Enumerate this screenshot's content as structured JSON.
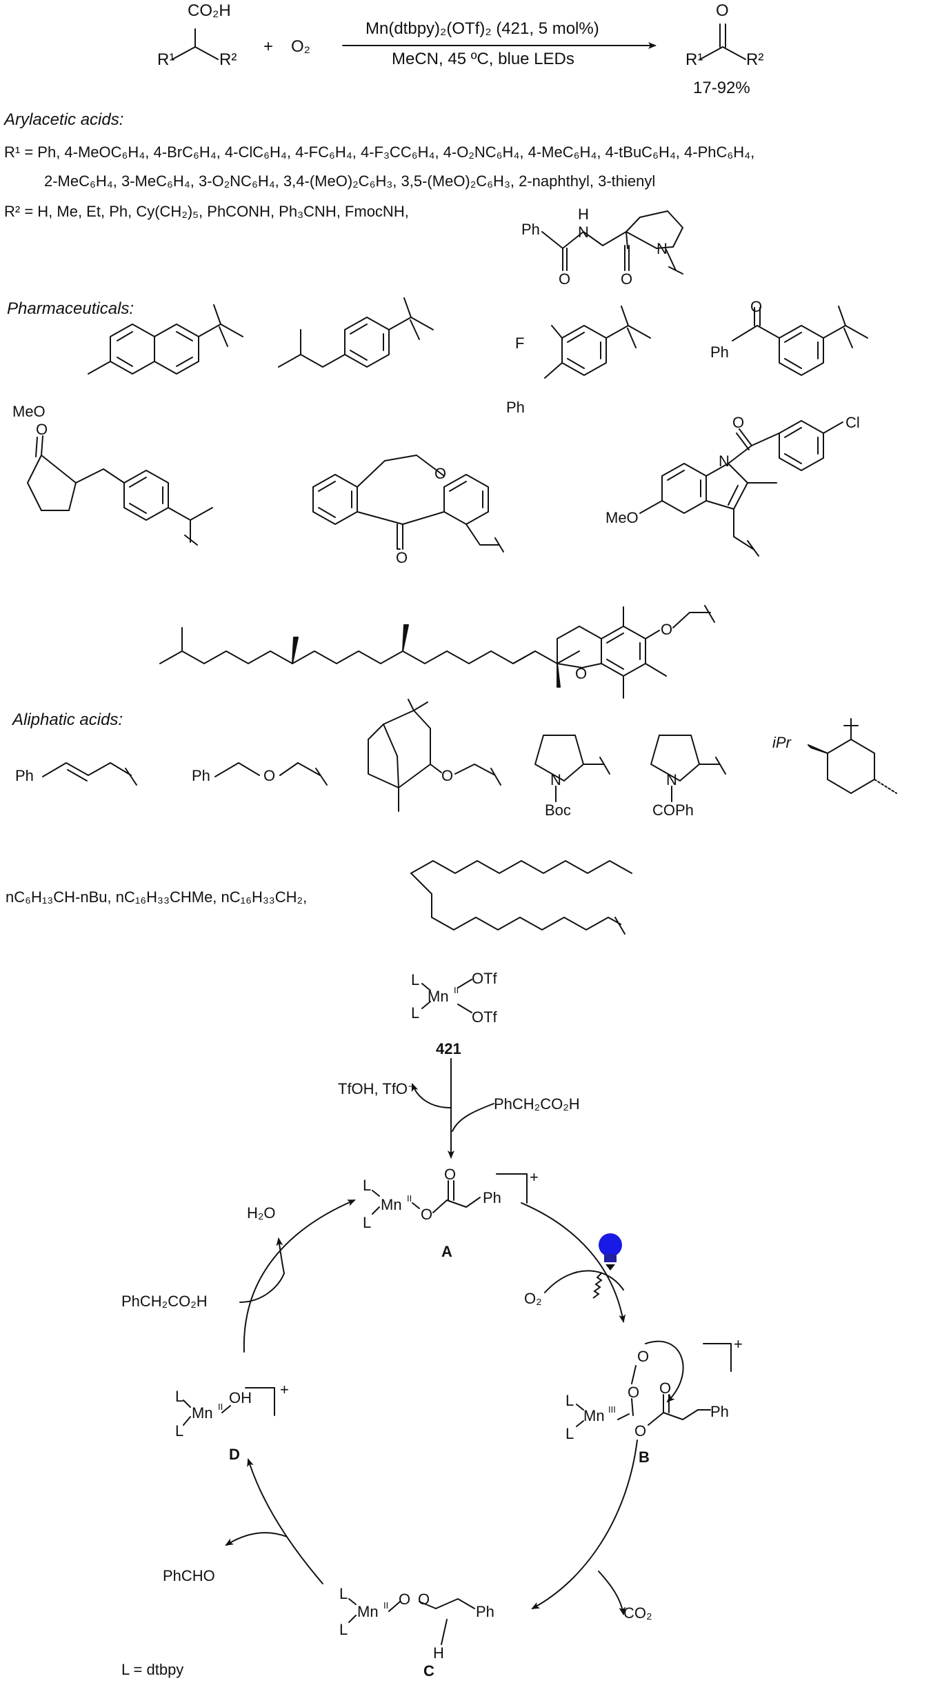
{
  "reaction": {
    "reactant_top": "CO₂H",
    "reactant_r1": "R¹",
    "reactant_r2": "R²",
    "plus": "+",
    "oxidant": "O₂",
    "catalyst": "Mn(dtbpy)₂(OTf)₂ (421, 5 mol%)",
    "conditions": "MeCN, 45 ºC, blue LEDs",
    "product_o": "O",
    "product_r1": "R¹",
    "product_r2": "R²",
    "yield": "17-92%"
  },
  "arylacetic": {
    "heading": "Arylacetic acids:",
    "r1_line1": "R¹ = Ph, 4-MeOC₆H₄, 4-BrC₆H₄, 4-ClC₆H₄, 4-FC₆H₄, 4-F₃CC₆H₄, 4-O₂NC₆H₄, 4-MeC₆H₄, 4-tBuC₆H₄, 4-PhC₆H₄,",
    "r1_line2": "2-MeC₆H₄, 3-MeC₆H₄, 3-O₂NC₆H₄, 3,4-(MeO)₂C₆H₃, 3,5-(MeO)₂C₆H₃, 2-naphthyl, 3-thienyl",
    "r2_line": "R² = H, Me, Et, Ph, Cy(CH₂)₅, PhCONH, Ph₃CNH, FmocNH,",
    "amide_ph": "Ph",
    "amide_nh": "H",
    "amide_n": "N",
    "amide_o1": "O",
    "amide_o2": "O",
    "amide_ring_n": "N"
  },
  "pharma": {
    "heading": "Pharmaceuticals:",
    "naproxen_meo": "MeO",
    "flurbi_f": "F",
    "flurbi_ph": "Ph",
    "keto_ph": "Ph",
    "keto_o": "O",
    "loxo_o": "O",
    "doxepin_o_ring": "O",
    "doxepin_o_keto": "O",
    "indo_o": "O",
    "indo_n": "N",
    "indo_cl": "Cl",
    "indo_meo": "MeO",
    "toco_o_ring": "O",
    "toco_o_ether": "O"
  },
  "aliphatic": {
    "heading": "Aliphatic acids:",
    "cinnamyl_ph": "Ph",
    "benzyloxy_ph": "Ph",
    "benzyloxy_o": "O",
    "bornyl_o": "O",
    "boc_n": "N",
    "boc_label": "Boc",
    "bz_n": "N",
    "bz_label": "COPh",
    "menthyl_ipr": "iPr",
    "chains": "nC₆H₁₃CH-nBu, nC₁₆H₃₃CHMe, nC₁₆H₃₃CH₂,"
  },
  "mechanism": {
    "cat_l1": "L",
    "cat_l2": "L",
    "cat_mn": "Mn",
    "cat_ox": "II",
    "cat_otf1": "OTf",
    "cat_otf2": "OTf",
    "cat_label": "421",
    "tfoh": "TfOH, TfO⁻",
    "phac_in": "PhCH₂CO₂H",
    "a_l1": "L",
    "a_l2": "L",
    "a_mn": "Mn",
    "a_ox": "II",
    "a_o1": "O",
    "a_o2": "O",
    "a_ph": "Ph",
    "a_charge": "+",
    "a_label": "A",
    "h2o": "H₂O",
    "phac_loop": "PhCH₂CO₂H",
    "o2": "O₂",
    "b_o1": "O",
    "b_o2": "O",
    "b_l1": "L",
    "b_l2": "L",
    "b_mn": "Mn",
    "b_ox": "III",
    "b_o3": "O",
    "b_o4": "O",
    "b_ph": "Ph",
    "b_charge": "+",
    "b_label": "B",
    "d_l1": "L",
    "d_l2": "L",
    "d_mn": "Mn",
    "d_ox": "II",
    "d_oh": "OH",
    "d_charge": "+",
    "d_label": "D",
    "phcho": "PhCHO",
    "c_l1": "L",
    "c_l2": "L",
    "c_mn": "Mn",
    "c_ox": "II",
    "c_o1": "O",
    "c_o2": "O",
    "c_ph": "Ph",
    "c_h": "H",
    "c_label": "C",
    "co2": "CO₂",
    "l_def": "L = dtbpy"
  },
  "colors": {
    "ink": "#111111",
    "bulb": "#1a1ae6",
    "bulb_base": "#2020a0"
  },
  "icons": {
    "light": "lightbulb-icon",
    "hv": "light-squiggle-icon"
  }
}
